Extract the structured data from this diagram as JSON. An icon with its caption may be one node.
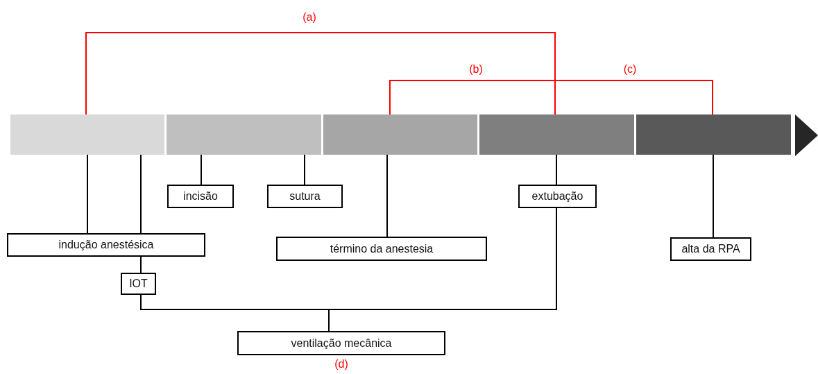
{
  "diagram": {
    "nodes": [
      {
        "text": [],
        "shape": "bar"
      },
      {
        "text": [],
        "shape": "bar"
      },
      {
        "text": [],
        "shape": "bar"
      },
      {
        "text": [],
        "shape": "bar"
      },
      {
        "text": [],
        "shape": "bar"
      },
      {
        "text": [
          "indução anestésica"
        ]
      },
      {
        "text": [
          "incisão"
        ]
      },
      {
        "text": [
          "sutura"
        ]
      },
      {
        "text": [
          "término da anestesia"
        ]
      },
      {
        "text": [
          "extubação"
        ]
      },
      {
        "text": [
          "alta da RPA"
        ]
      },
      {
        "text": [
          "IOT"
        ]
      },
      {
        "text": [
          "ventilação mecânica"
        ],
        "beside": [
          "(d)"
        ]
      }
    ],
    "edges": [
      {
        "from": 0,
        "to": 5,
        "arrow": "none"
      },
      {
        "from": 0,
        "to": 5,
        "arrow": "none"
      },
      {
        "from": 5,
        "to": 11,
        "arrow": "none"
      },
      {
        "from": 1,
        "to": 6,
        "arrow": "none"
      },
      {
        "from": 1,
        "to": 7,
        "arrow": "none"
      },
      {
        "from": 2,
        "to": 8,
        "arrow": "none"
      },
      {
        "from": 3,
        "to": 9,
        "arrow": "none"
      },
      {
        "from": 4,
        "to": 10,
        "arrow": "none"
      },
      {
        "from": 11,
        "to": 12,
        "arrow": "none"
      },
      {
        "from": 9,
        "to": 12,
        "arrow": "none"
      },
      {
        "from": 0,
        "to": 3,
        "arrow": "none",
        "label": "(a)",
        "color": "#ff0000"
      },
      {
        "from": 2,
        "to": 3,
        "arrow": "none",
        "label": "(b)",
        "color": "#ff0000"
      },
      {
        "from": 3,
        "to": 4,
        "arrow": "none",
        "label": "(c)",
        "color": "#ff0000"
      }
    ]
  }
}
